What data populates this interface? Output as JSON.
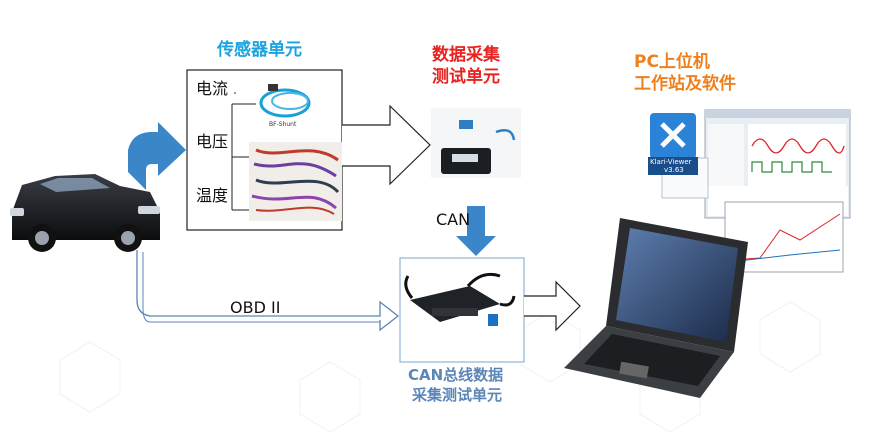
{
  "labels": {
    "sensor_unit": "传感器单元",
    "current": "电流",
    "voltage": "电压",
    "temperature": "温度",
    "shunt_tag": "BF-Shunt",
    "daq_line1": "数据采集",
    "daq_line2": "测试单元",
    "pc_line1": "PC上位机",
    "pc_line2": "工作站及软件",
    "software_name": "Klari-Viewer",
    "software_version": "v3.63",
    "can": "CAN",
    "obd": "OBD II",
    "can_unit_line1": "CAN总线数据",
    "can_unit_line2": "采集测试单元"
  },
  "colors": {
    "sensor_title": "#1aa3e0",
    "daq_title": "#e8231f",
    "pc_title": "#f0801e",
    "can_unit_title": "#5b86b8",
    "blue_arrow": "#3a86c8"
  }
}
